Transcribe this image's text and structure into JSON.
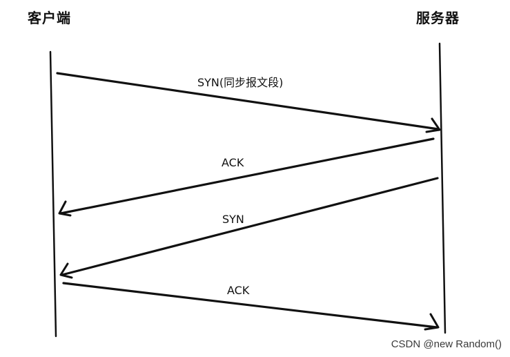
{
  "diagram": {
    "actors": {
      "client": "客户端",
      "server": "服务器"
    },
    "messages": [
      {
        "label": "SYN(同步报文段)",
        "from": "client",
        "to": "server"
      },
      {
        "label": "ACK",
        "from": "server",
        "to": "client"
      },
      {
        "label": "SYN",
        "from": "server",
        "to": "client"
      },
      {
        "label": "ACK",
        "from": "client",
        "to": "server"
      }
    ],
    "line_color": "#111111"
  },
  "watermark": "CSDN @new Random()"
}
